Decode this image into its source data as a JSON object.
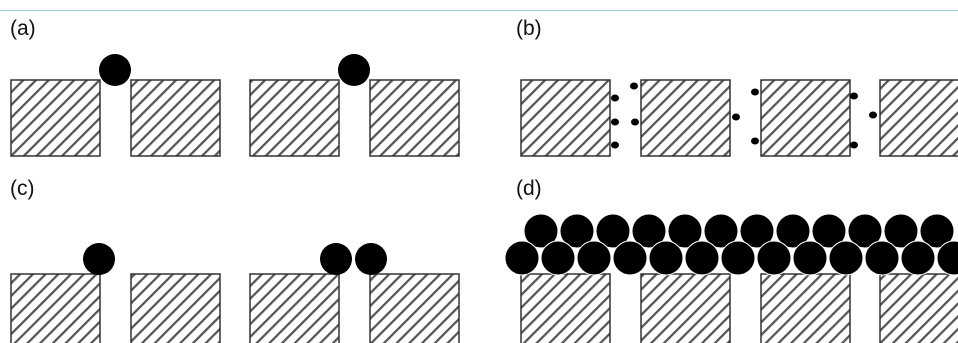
{
  "panels": {
    "a": {
      "label": "(a)"
    },
    "b": {
      "label": "(b)"
    },
    "c": {
      "label": "(c)"
    },
    "d": {
      "label": "(d)"
    }
  },
  "colors": {
    "block_stroke": "#333333",
    "hatch": "#555555",
    "particle": "#000000",
    "rule": "#9fd0e0"
  }
}
